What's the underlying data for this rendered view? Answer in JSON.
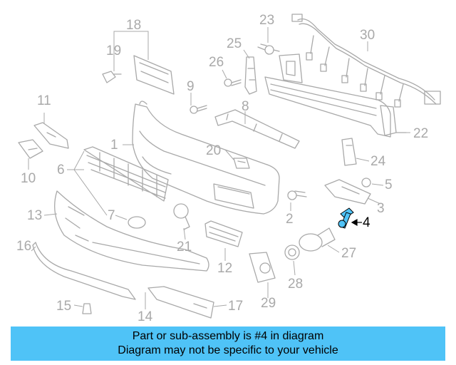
{
  "diagram": {
    "callouts": [
      "1",
      "2",
      "3",
      "4",
      "5",
      "6",
      "7",
      "8",
      "9",
      "10",
      "11",
      "12",
      "13",
      "14",
      "15",
      "16",
      "17",
      "18",
      "19",
      "20",
      "21",
      "22",
      "23",
      "24",
      "25",
      "26",
      "27",
      "28",
      "29",
      "30"
    ],
    "highlight": "4",
    "colors": {
      "line": "#a9a9a9",
      "highlight_part": "#4fc3f7",
      "highlight_text": "#000000"
    }
  },
  "banner": {
    "line1": "Part or sub-assembly is #4 in diagram",
    "line2": "Diagram may not be specific to your vehicle",
    "background": "#4fc3f7"
  }
}
